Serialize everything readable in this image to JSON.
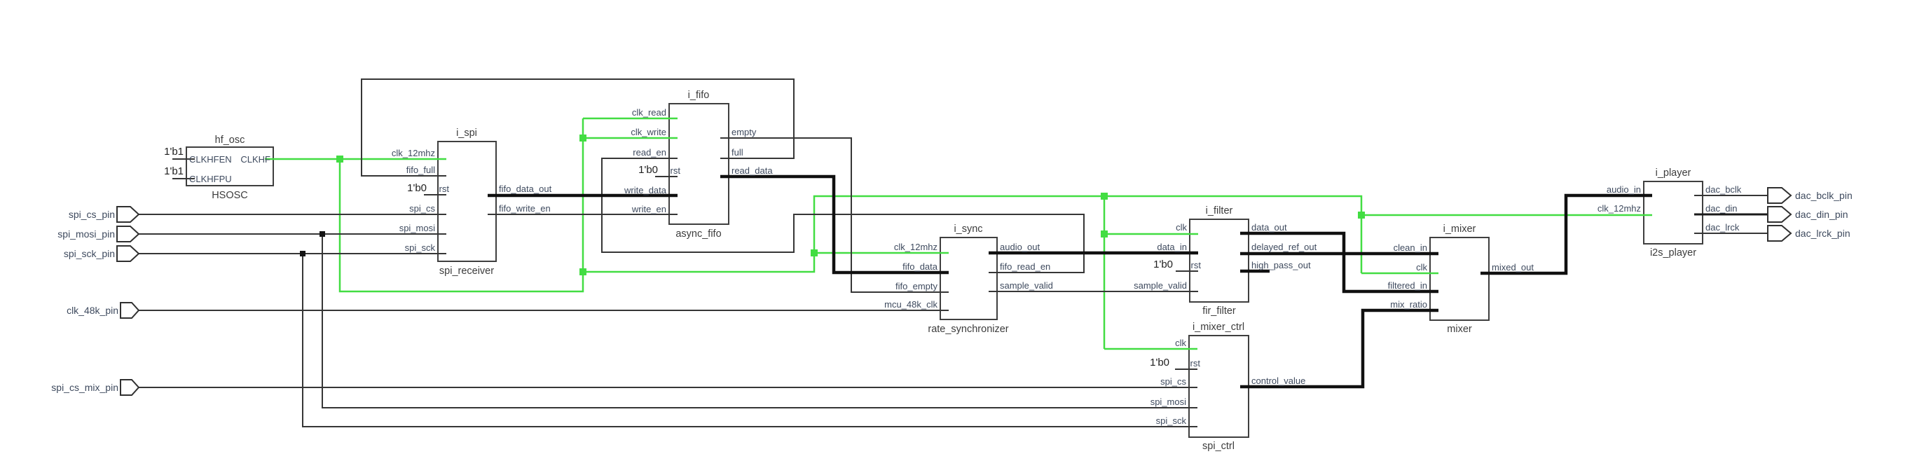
{
  "canvas": {
    "background": "#ffffff"
  },
  "colors": {
    "highlight_net": "#42dd42",
    "wire": "#363636",
    "bus": "#101010",
    "block_border": "#3f3f3f",
    "port_label": "#3e4a5e",
    "title": "#3c3c3c"
  },
  "blocks": [
    {
      "instance": "hf_osc",
      "module": "HSOSC",
      "left_ports": [
        {
          "name": "CLKHFEN",
          "const": "1'b1"
        },
        {
          "name": "CLKHFPU",
          "const": "1'b1"
        }
      ],
      "right_ports": [
        {
          "name": "CLKHF"
        }
      ]
    },
    {
      "instance": "i_spi",
      "module": "spi_receiver",
      "left_ports": [
        {
          "name": "clk_12mhz"
        },
        {
          "name": "fifo_full"
        },
        {
          "name": "rst",
          "const": "1'b0"
        },
        {
          "name": "spi_cs"
        },
        {
          "name": "spi_mosi"
        },
        {
          "name": "spi_sck"
        }
      ],
      "right_ports": [
        {
          "name": "fifo_data_out"
        },
        {
          "name": "fifo_write_en"
        }
      ]
    },
    {
      "instance": "i_fifo",
      "module": "async_fifo",
      "left_ports": [
        {
          "name": "clk_read"
        },
        {
          "name": "clk_write"
        },
        {
          "name": "read_en"
        },
        {
          "name": "rst",
          "const": "1'b0"
        },
        {
          "name": "write_data"
        },
        {
          "name": "write_en"
        }
      ],
      "right_ports": [
        {
          "name": "empty"
        },
        {
          "name": "full"
        },
        {
          "name": "read_data"
        }
      ]
    },
    {
      "instance": "i_sync",
      "module": "rate_synchronizer",
      "left_ports": [
        {
          "name": "clk_12mhz"
        },
        {
          "name": "fifo_data"
        },
        {
          "name": "fifo_empty"
        },
        {
          "name": "mcu_48k_clk"
        }
      ],
      "right_ports": [
        {
          "name": "audio_out"
        },
        {
          "name": "fifo_read_en"
        },
        {
          "name": "sample_valid"
        }
      ]
    },
    {
      "instance": "i_filter",
      "module": "fir_filter",
      "left_ports": [
        {
          "name": "clk"
        },
        {
          "name": "data_in"
        },
        {
          "name": "rst",
          "const": "1'b0"
        },
        {
          "name": "sample_valid"
        }
      ],
      "right_ports": [
        {
          "name": "data_out"
        },
        {
          "name": "delayed_ref_out"
        },
        {
          "name": "high_pass_out"
        }
      ]
    },
    {
      "instance": "i_mixer_ctrl",
      "module": "spi_ctrl",
      "left_ports": [
        {
          "name": "clk"
        },
        {
          "name": "rst",
          "const": "1'b0"
        },
        {
          "name": "spi_cs"
        },
        {
          "name": "spi_mosi"
        },
        {
          "name": "spi_sck"
        }
      ],
      "right_ports": [
        {
          "name": "control_value"
        }
      ]
    },
    {
      "instance": "i_mixer",
      "module": "mixer",
      "left_ports": [
        {
          "name": "clean_in"
        },
        {
          "name": "clk"
        },
        {
          "name": "filtered_in"
        },
        {
          "name": "mix_ratio"
        }
      ],
      "right_ports": [
        {
          "name": "mixed_out"
        }
      ]
    },
    {
      "instance": "i_player",
      "module": "i2s_player",
      "left_ports": [
        {
          "name": "audio_in"
        },
        {
          "name": "clk_12mhz"
        }
      ],
      "right_ports": [
        {
          "name": "dac_bclk"
        },
        {
          "name": "dac_din"
        },
        {
          "name": "dac_lrck"
        }
      ]
    }
  ],
  "input_pins": [
    {
      "label": "spi_cs_pin"
    },
    {
      "label": "spi_mosi_pin"
    },
    {
      "label": "spi_sck_pin"
    },
    {
      "label": "clk_48k_pin"
    },
    {
      "label": "spi_cs_mix_pin"
    }
  ],
  "output_pins": [
    {
      "label": "dac_bclk_pin"
    },
    {
      "label": "dac_din_pin"
    },
    {
      "label": "dac_lrck_pin"
    }
  ]
}
